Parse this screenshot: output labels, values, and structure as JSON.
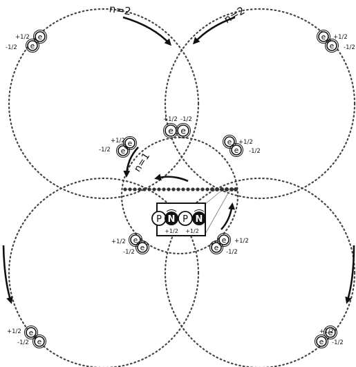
{
  "shell_labels": {
    "outer_left": "n=2",
    "outer_right": "n=2",
    "inner": "n=1"
  },
  "spin": {
    "up": "+1/2",
    "down": "-1/2"
  },
  "electron_symbol": "e",
  "nucleus": {
    "proton": "P",
    "neutron": "N",
    "spin_up": "+1/2"
  },
  "colors": {
    "orbit": "#444444",
    "nucleon_dark": "#111111",
    "ink": "#111111"
  }
}
